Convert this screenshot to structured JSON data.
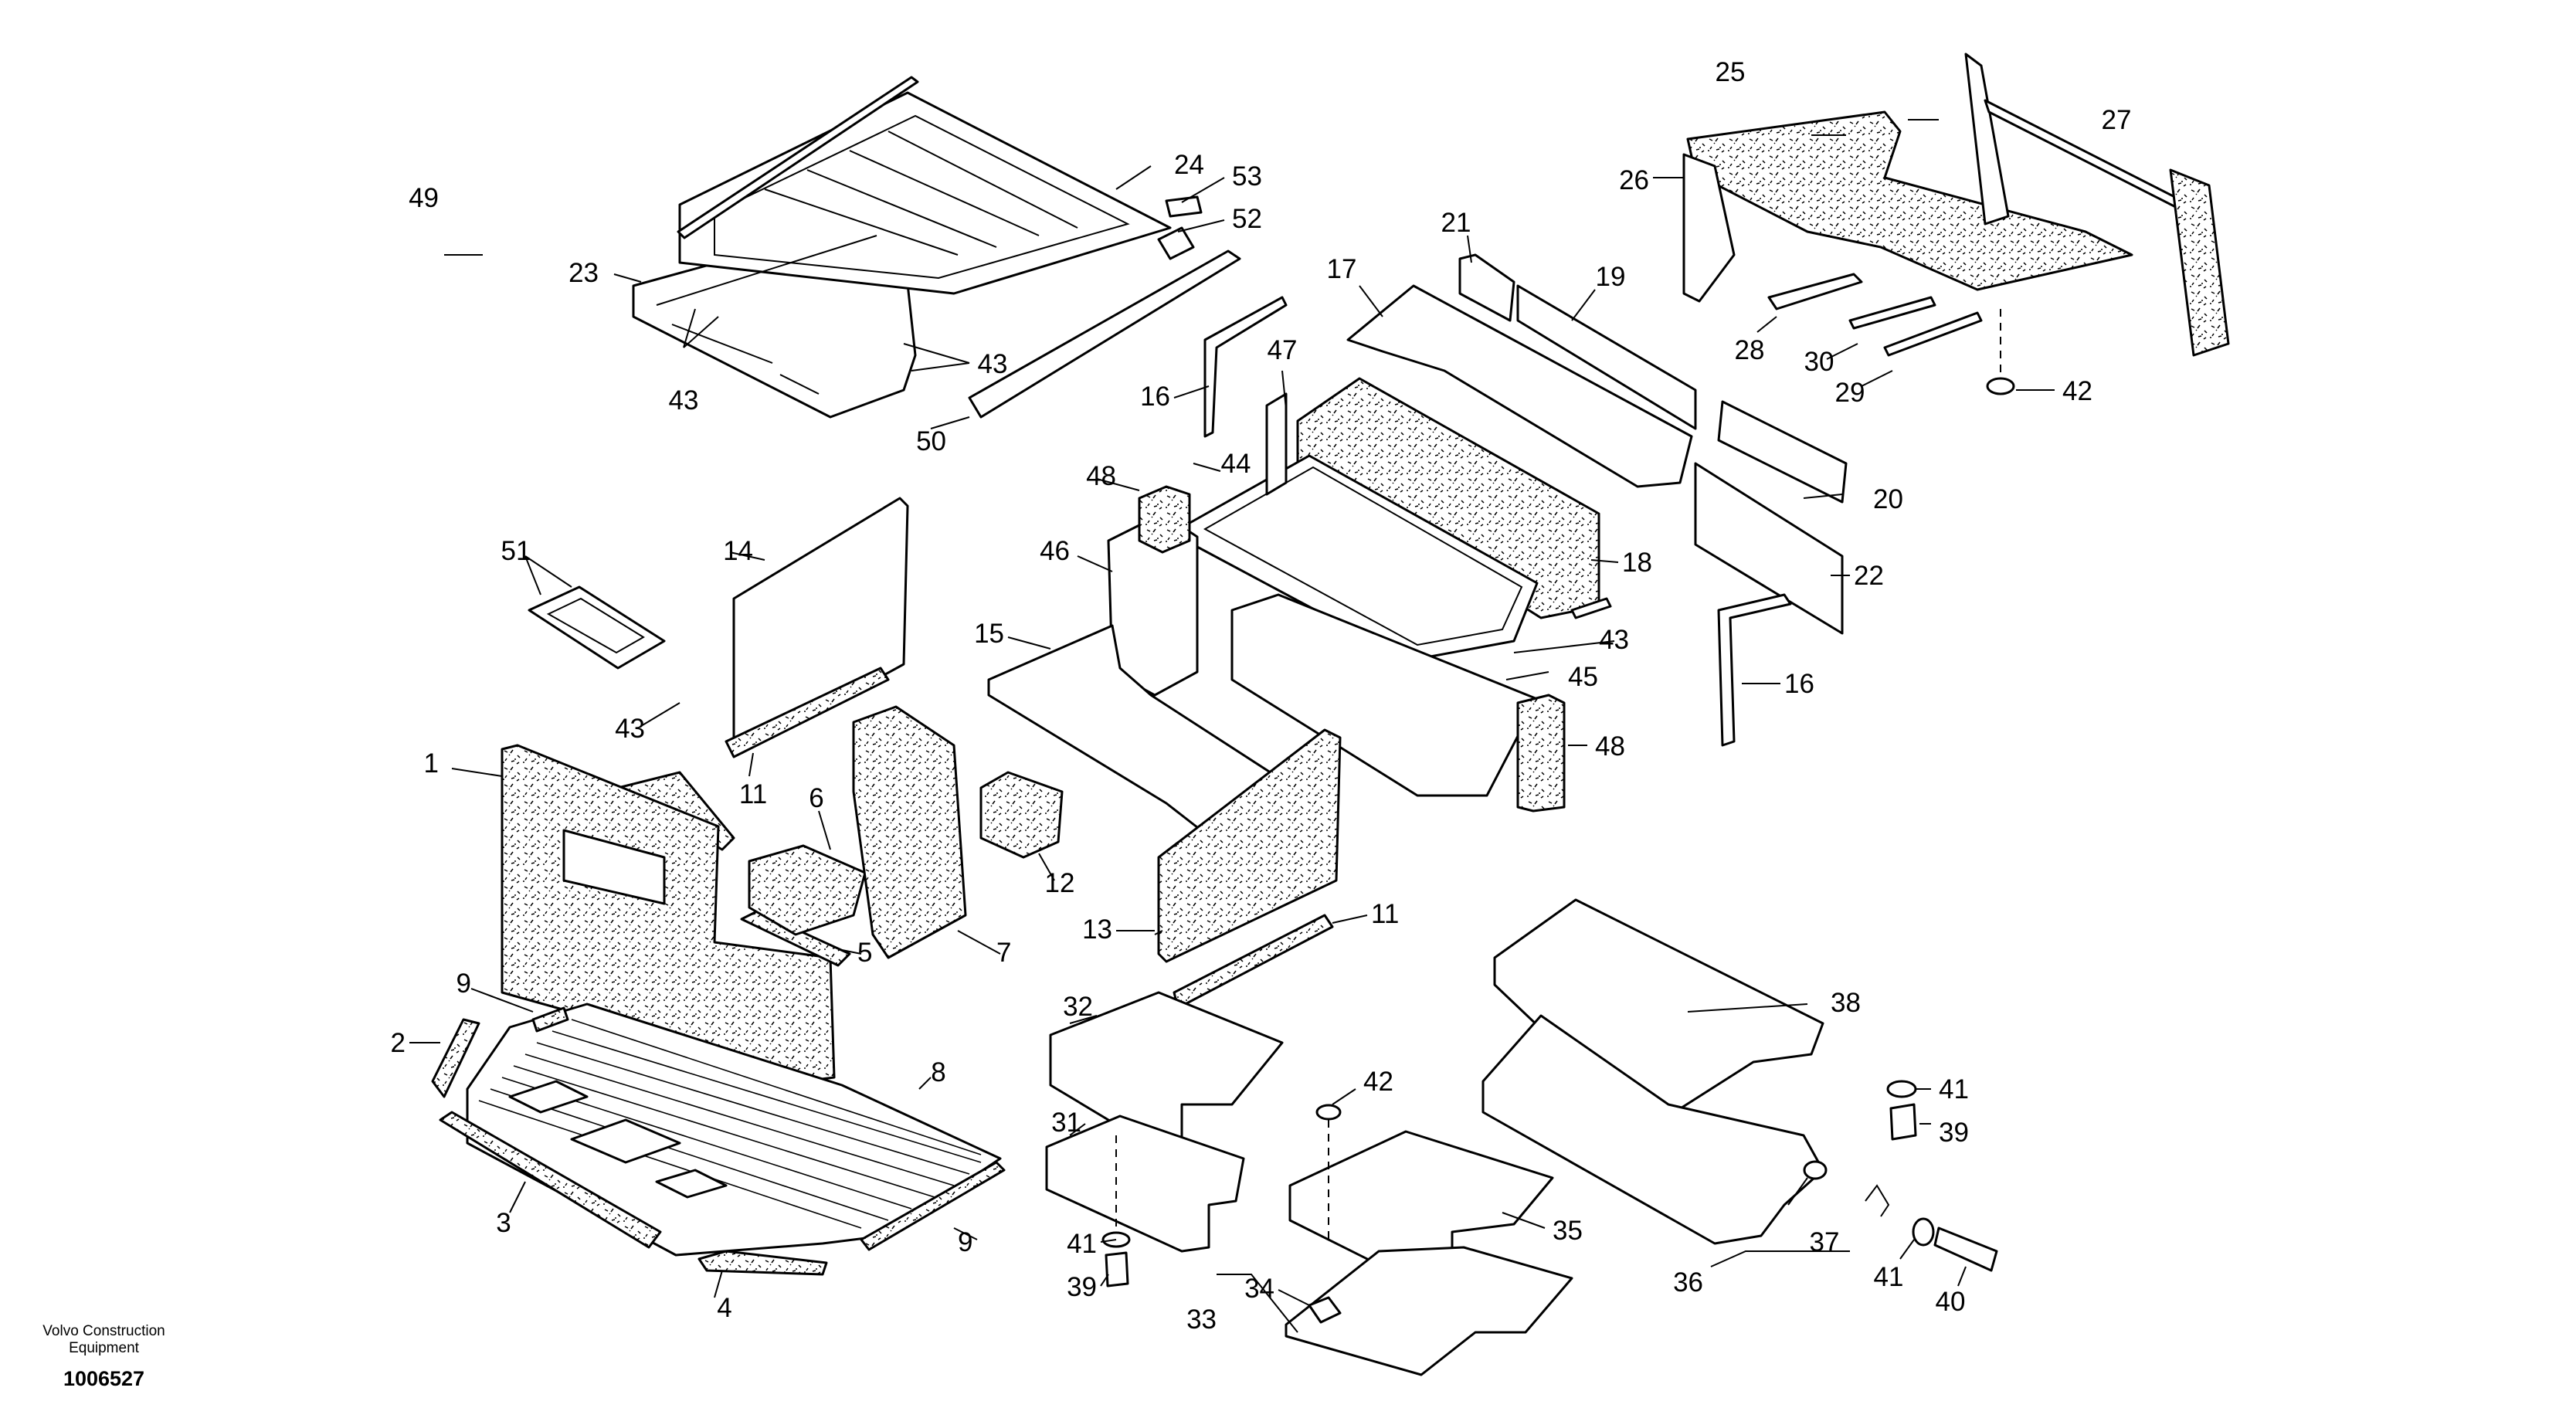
{
  "diagram": {
    "manufacturer": "Volvo Construction\nEquipment",
    "drawing_number": "1006527",
    "callouts": [
      "1",
      "2",
      "3",
      "4",
      "5",
      "6",
      "7",
      "8",
      "9",
      "9",
      "11",
      "11",
      "12",
      "13",
      "14",
      "15",
      "16",
      "16",
      "17",
      "18",
      "19",
      "20",
      "21",
      "22",
      "23",
      "24",
      "25",
      "26",
      "27",
      "28",
      "29",
      "30",
      "31",
      "32",
      "33",
      "34",
      "35",
      "36",
      "37",
      "38",
      "39",
      "39",
      "40",
      "41",
      "41",
      "41",
      "42",
      "42",
      "43",
      "43",
      "43",
      "43",
      "44",
      "45",
      "46",
      "47",
      "48",
      "48",
      "49",
      "50",
      "51",
      "52",
      "53"
    ]
  },
  "colors": {
    "ink": "#000000",
    "paper": "#ffffff"
  }
}
